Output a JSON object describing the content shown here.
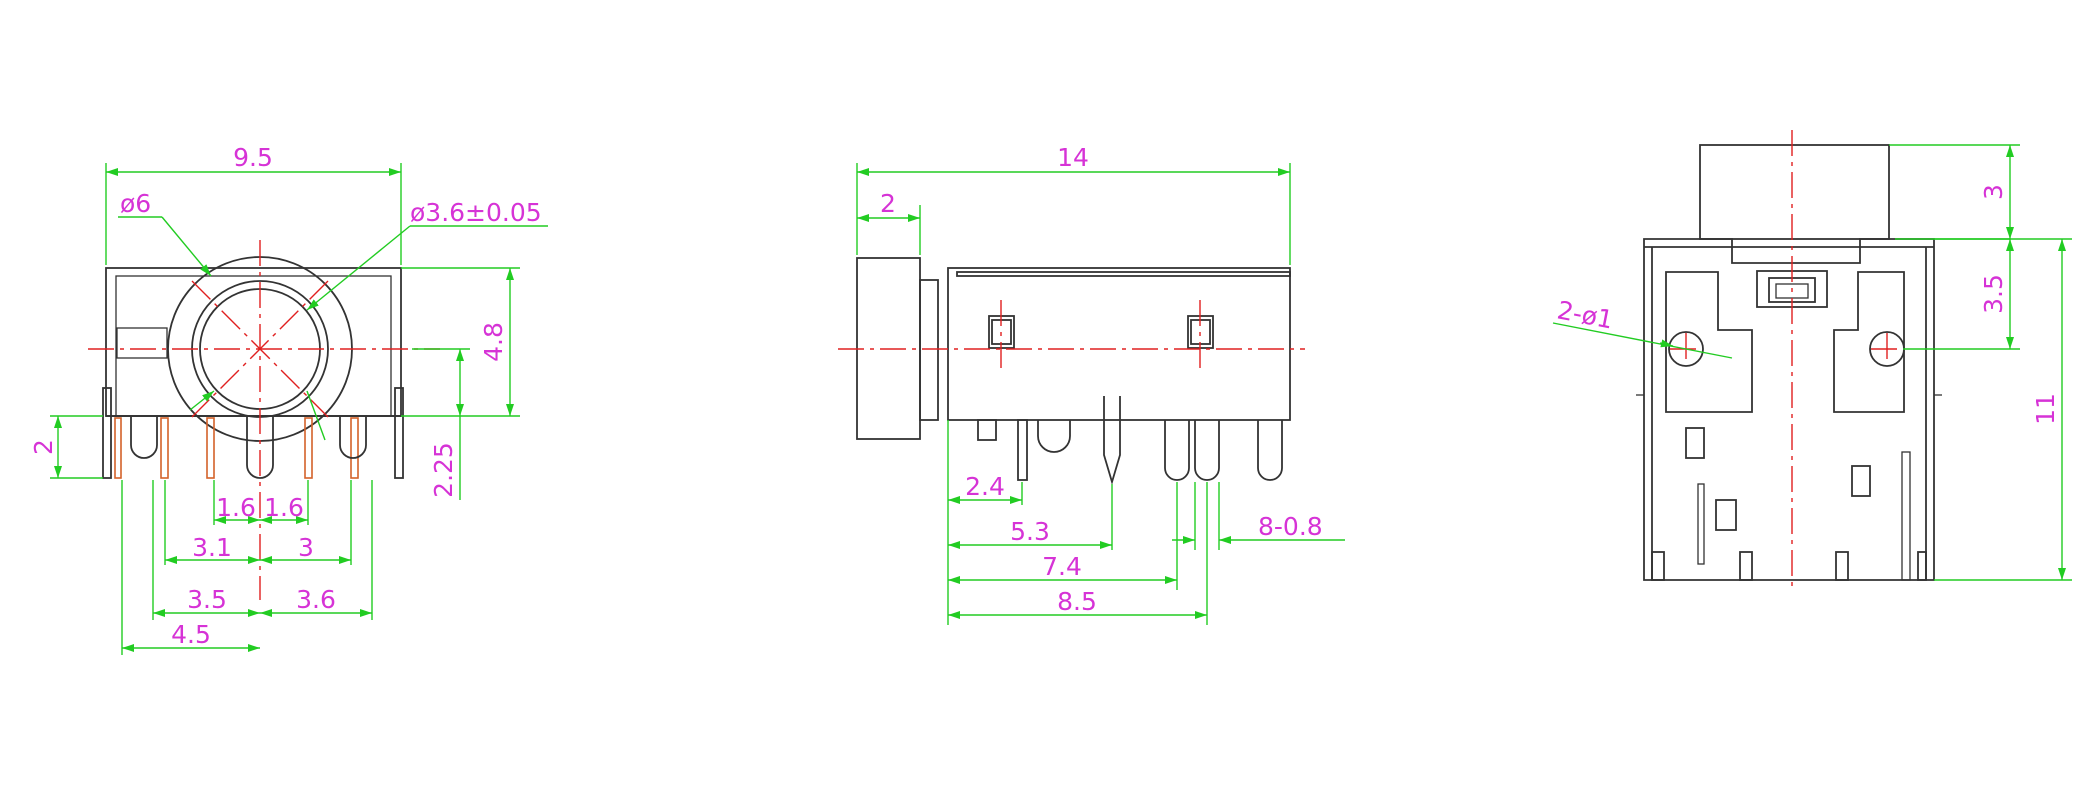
{
  "front_view": {
    "width": "9.5",
    "phi_outer": "ø6",
    "phi_inner": "ø3.6±0.05",
    "height_48": "4.8",
    "height_2": "2",
    "height_225": "2.25",
    "pitch_16_left": "1.6",
    "pitch_16_right": "1.6",
    "span_31": "3.1",
    "span_3": "3",
    "span_35": "3.5",
    "span_36": "3.6",
    "span_45": "4.5"
  },
  "side_view": {
    "length": "14",
    "nose": "2",
    "d_24": "2.4",
    "d_53": "5.3",
    "d_74": "7.4",
    "d_85": "8.5",
    "pins_note": "8-0.8"
  },
  "rear_view": {
    "holes_note": "2-ø1",
    "d_3": "3",
    "d_35": "3.5",
    "d_11": "11"
  },
  "colors": {
    "outline": "#333333",
    "dimension_line": "#22cc22",
    "dimension_text": "#d633d6",
    "center_line": "#e02020",
    "pin_highlight": "#d4622a"
  }
}
